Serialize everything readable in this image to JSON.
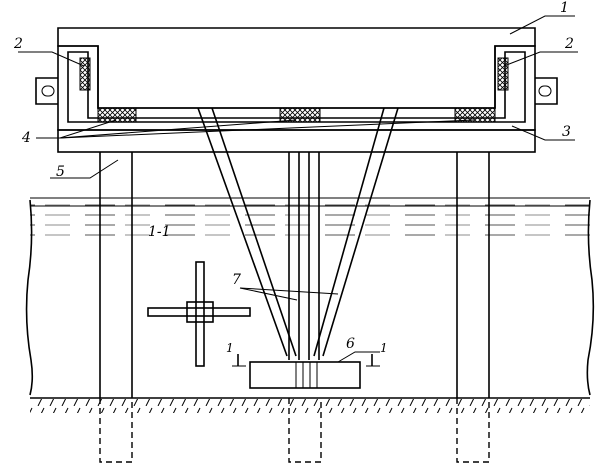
{
  "labels": {
    "cap_plate": "1",
    "side_pad_left": "2",
    "side_pad_right": "2",
    "frame": "3",
    "pads": "4",
    "piles": "5",
    "anchor_block": "6",
    "struts": "7",
    "section_water": "1-1",
    "section_mark_left": "1",
    "section_mark_right": "1"
  }
}
